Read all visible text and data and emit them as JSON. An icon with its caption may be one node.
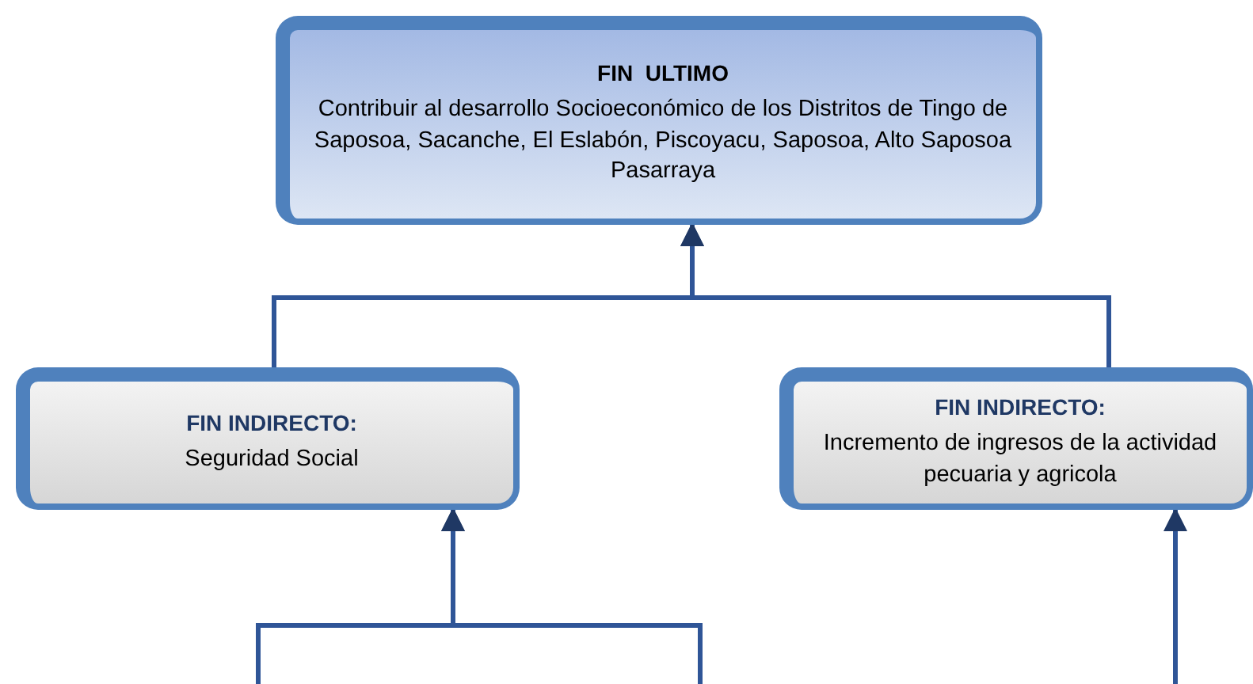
{
  "diagram": {
    "nodes": [
      {
        "text": [
          "FIN  ULTIMO",
          "Contribuir al desarrollo Socioeconómico de los Distritos de Tingo de Saposoa, Sacanche, El Eslabón, Piscoyacu, Saposoa, Alto Saposoa Pasarraya"
        ]
      },
      {
        "text": [
          "FIN INDIRECTO:",
          "Seguridad Social"
        ]
      },
      {
        "text": [
          "FIN INDIRECTO:",
          "Incremento de ingresos de la actividad pecuaria y agricola"
        ]
      }
    ],
    "edges": [
      {
        "from": 1,
        "to": 0,
        "arrow": "to"
      },
      {
        "from": 2,
        "to": 0,
        "arrow": "to"
      },
      {
        "from": null,
        "to": 1,
        "arrow": "to"
      },
      {
        "from": null,
        "to": 1,
        "arrow": "to"
      },
      {
        "from": null,
        "to": 2,
        "arrow": "to"
      }
    ]
  }
}
